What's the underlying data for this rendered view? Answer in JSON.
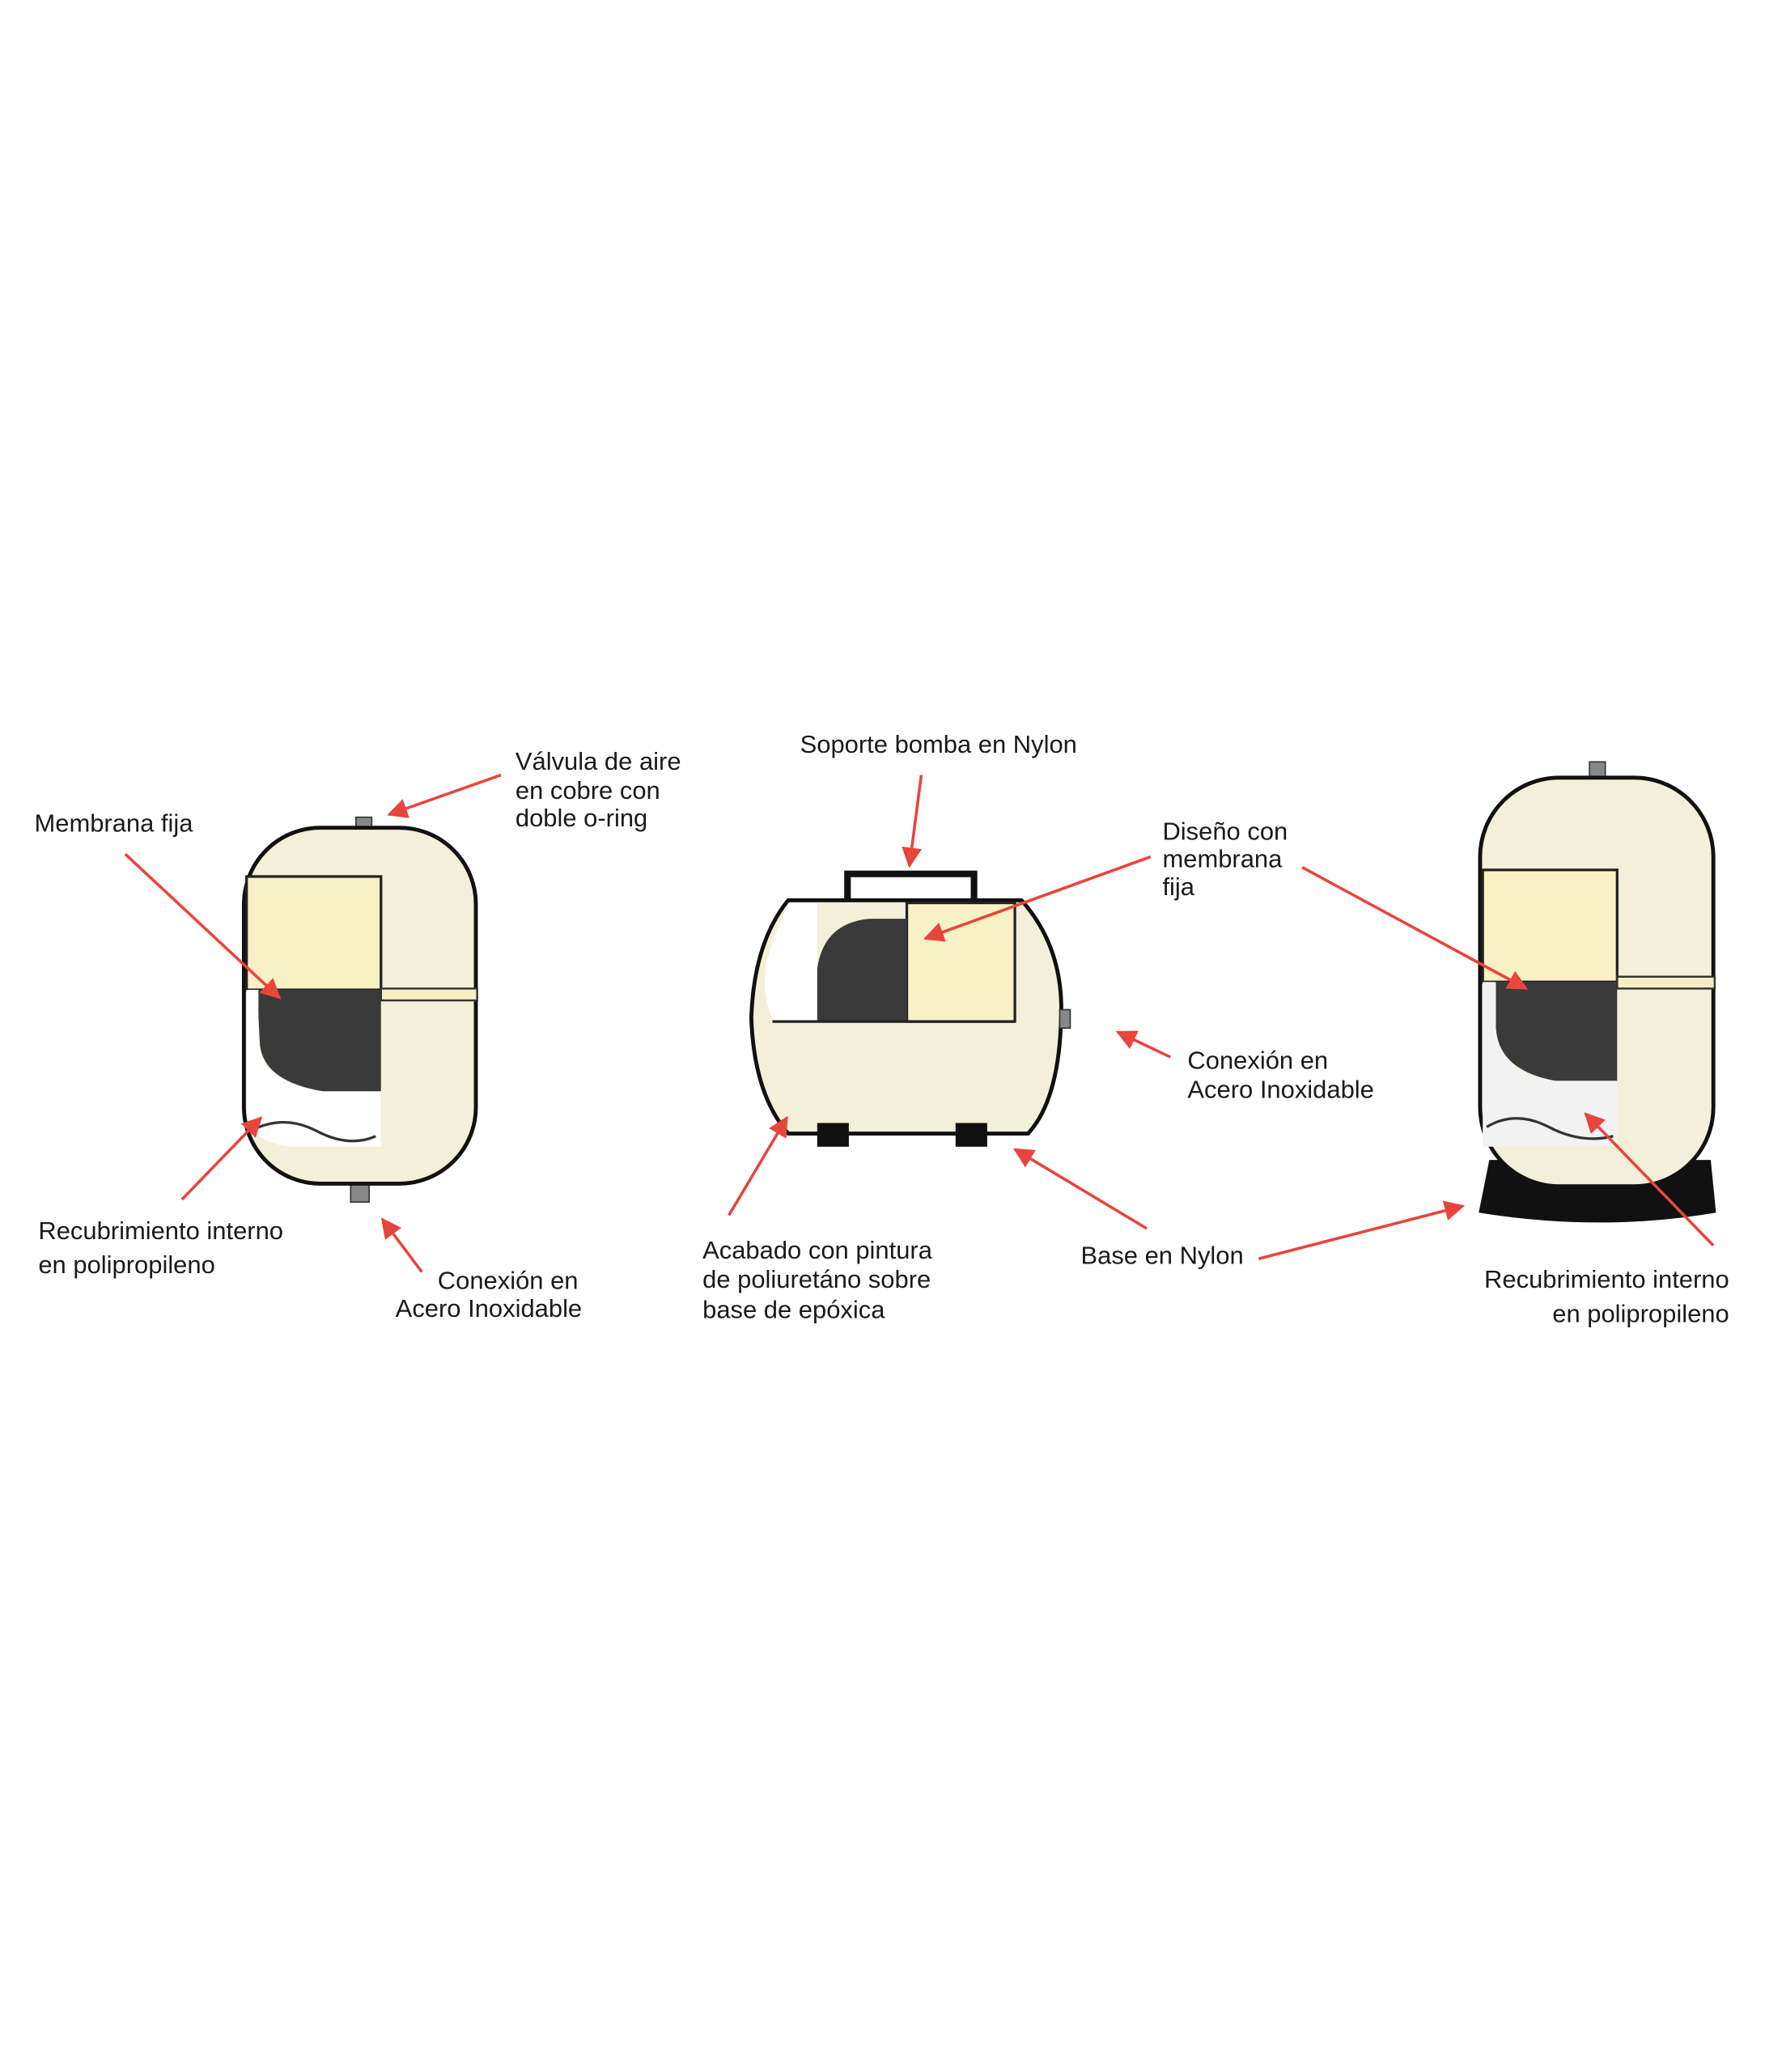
{
  "colors": {
    "arrow": "#e8453c",
    "tank_body": "#f3efd9",
    "air_chamber": "#f8f1c6",
    "membrane": "#3a3a3a",
    "base": "#111111"
  },
  "vertical_tank": {
    "valve_label": [
      "Válvula de aire",
      "en cobre con",
      "doble o-ring"
    ],
    "membrane_label": "Membrana fija",
    "lining_label": [
      "Recubrimiento interno",
      "en polipropileno"
    ],
    "connection_label": [
      "Conexión en",
      "Acero Inoxidable"
    ]
  },
  "horizontal_tank": {
    "support_label": "Soporte bomba en Nylon",
    "design_label": [
      "Diseño con",
      "membrana",
      "fija"
    ],
    "connection_label": [
      "Conexión en",
      "Acero Inoxidable"
    ],
    "finish_label": [
      "Acabado con pintura",
      "de poliuretáno sobre",
      "base de epóxica"
    ],
    "base_label": "Base en Nylon"
  },
  "standing_tank": {
    "lining_label": [
      "Recubrimiento interno",
      "en polipropileno"
    ]
  }
}
